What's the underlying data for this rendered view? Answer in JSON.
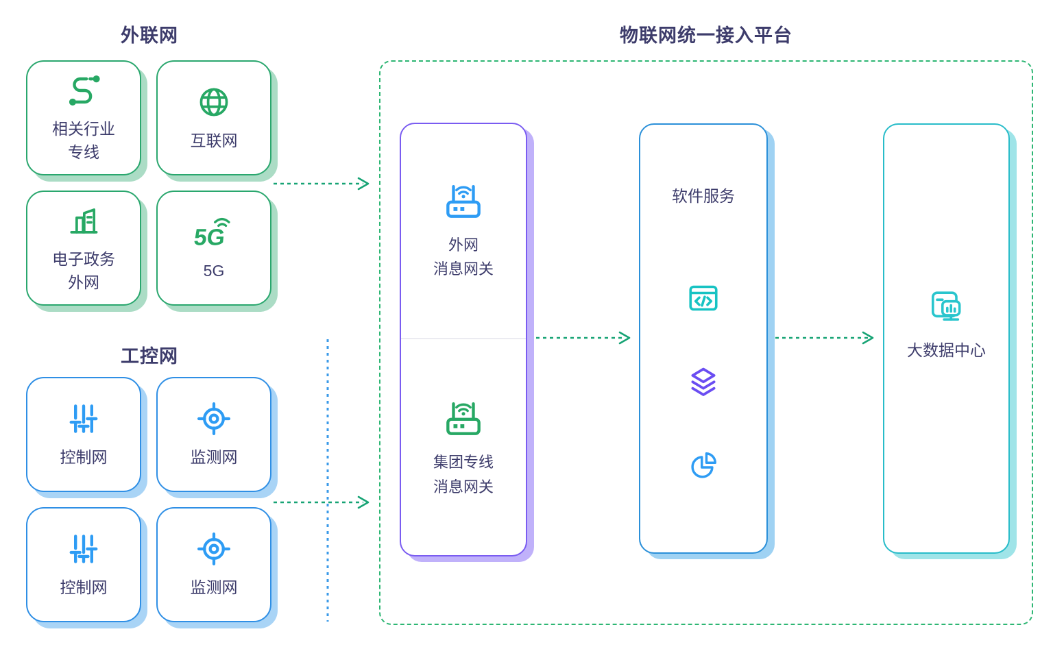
{
  "extranet": {
    "heading": "外联网",
    "cards": [
      {
        "line1": "相关行业",
        "line2": "专线",
        "icon": "route-icon"
      },
      {
        "line1": "互联网",
        "line2": "",
        "icon": "globe-icon"
      },
      {
        "line1": "电子政务",
        "line2": "外网",
        "icon": "building-icon"
      },
      {
        "line1": "5G",
        "line2": "",
        "icon": "5g-icon"
      }
    ]
  },
  "industrial": {
    "heading": "工控网",
    "cards": [
      {
        "line1": "控制网",
        "line2": "",
        "icon": "sliders-icon"
      },
      {
        "line1": "监测网",
        "line2": "",
        "icon": "target-icon"
      },
      {
        "line1": "控制网",
        "line2": "",
        "icon": "sliders-icon"
      },
      {
        "line1": "监测网",
        "line2": "",
        "icon": "target-icon"
      }
    ]
  },
  "platform": {
    "title": "物联网统一接入平台",
    "gateways": {
      "external": {
        "line1": "外网",
        "line2": "消息网关",
        "icon": "router-icon"
      },
      "group": {
        "line1": "集团专线",
        "line2": "消息网关",
        "icon": "router-icon"
      }
    },
    "services": {
      "label": "软件服务",
      "icons": [
        "code-window-icon",
        "layers-icon",
        "pie-chart-icon"
      ]
    },
    "datacenter": {
      "label": "大数据中心",
      "icon": "data-center-icon"
    }
  },
  "colors": {
    "text_navy": "#3d3c6b",
    "card_green_border": "#2aa76e",
    "card_blue_border": "#2f8fe5",
    "gateway_purple_border": "#7a5cf1",
    "services_blue_border": "#2b90d9",
    "datacenter_teal_border": "#28bcc9",
    "container_dash_green": "#2db673",
    "arrow_green": "#16a374",
    "vline_blue": "#3a9ae8",
    "icon_blue": "#2e9cf4",
    "icon_green": "#27a864",
    "icon_teal": "#17c3c3",
    "icon_purple": "#6a4df2"
  }
}
